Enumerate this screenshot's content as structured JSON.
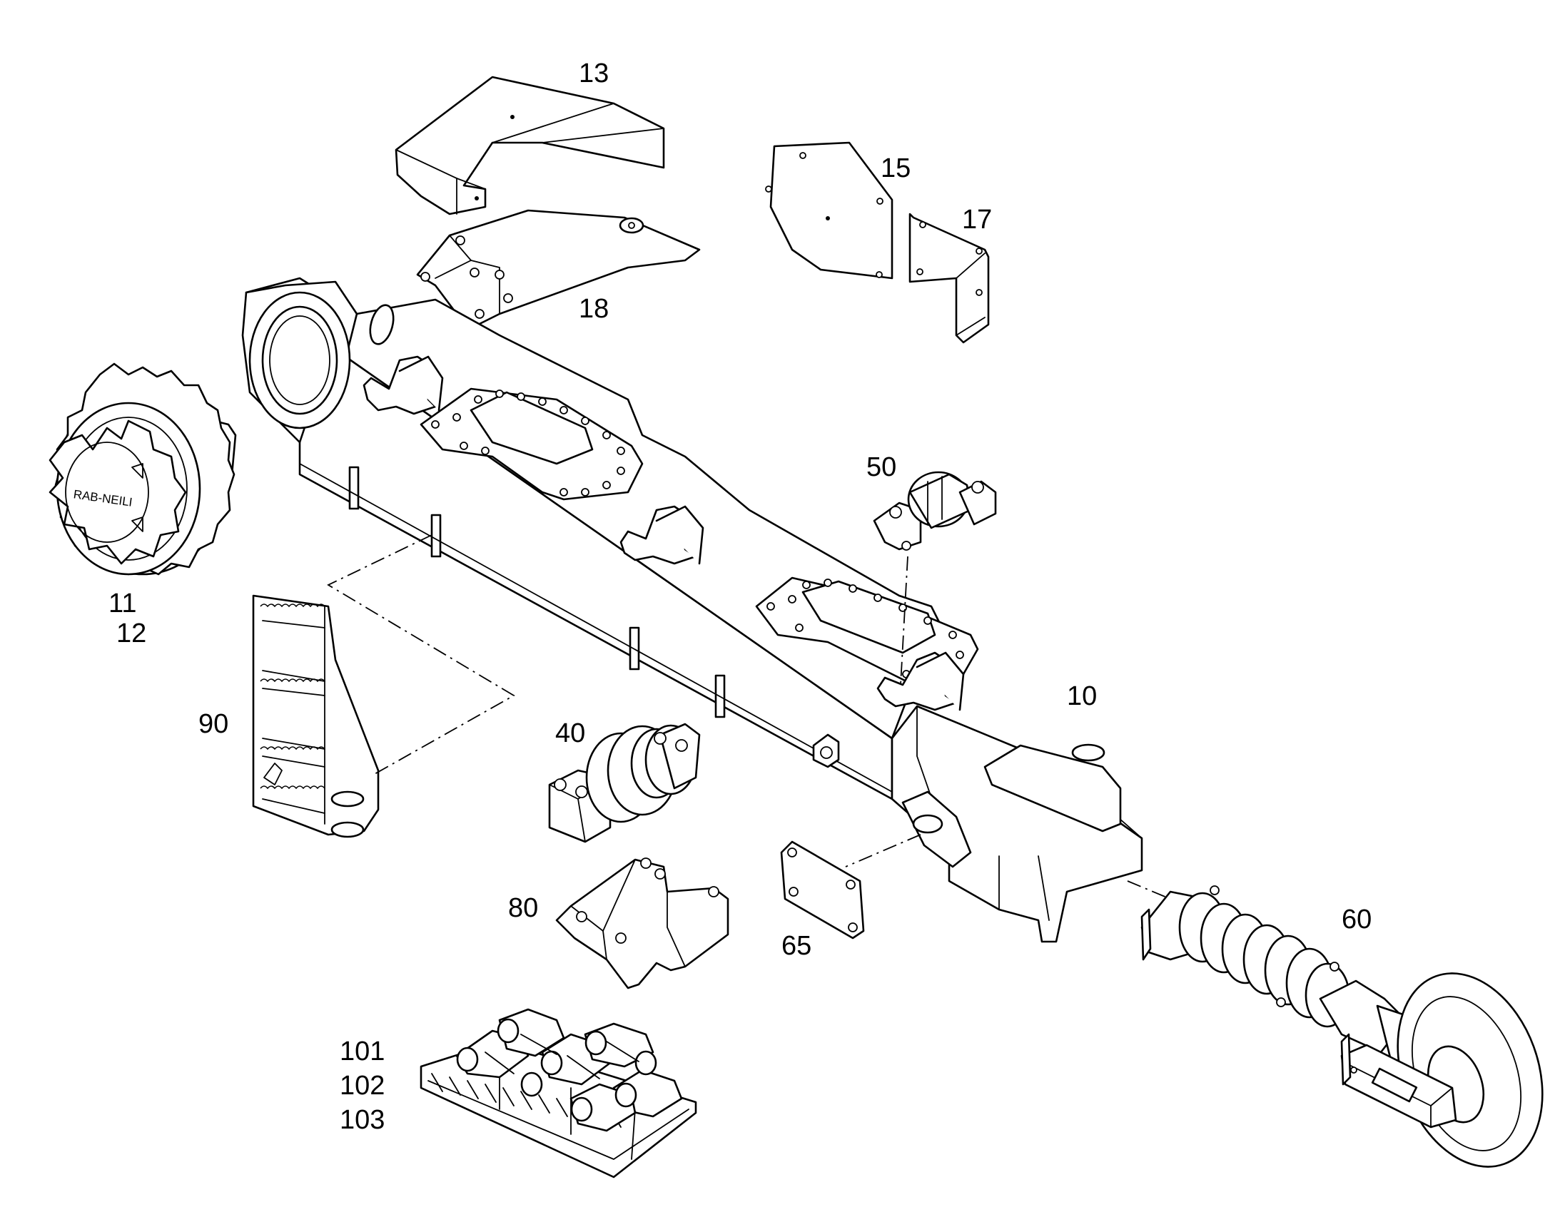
{
  "callouts": {
    "c10": "10",
    "c11": "11",
    "c12": "12",
    "c13": "13",
    "c15": "15",
    "c17": "17",
    "c18": "18",
    "c40": "40",
    "c50": "50",
    "c60": "60",
    "c65": "65",
    "c80": "80",
    "c90": "90",
    "c101": "101",
    "c102": "102",
    "c103": "103"
  },
  "sprocket_text": "RAB-NEILI",
  "colors": {
    "line": "#000000",
    "background": "#ffffff"
  }
}
